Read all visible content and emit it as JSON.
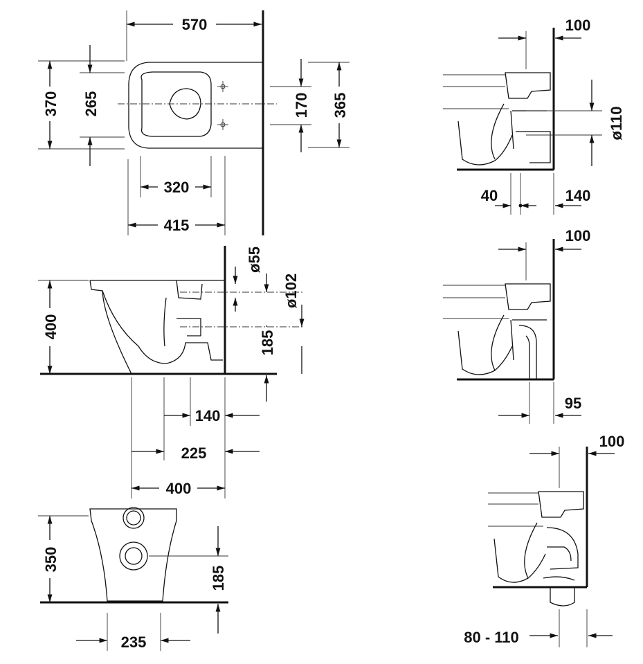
{
  "top_view": {
    "width_570": "570",
    "depth_370": "370",
    "depth_265": "265",
    "bolt_170": "170",
    "depth_365": "365",
    "bolt_320": "320",
    "length_415": "415"
  },
  "side_view": {
    "height_400": "400",
    "dia_55": "ø55",
    "dia_102": "ø102",
    "outlet_185": "185",
    "offset_140": "140",
    "offset_225": "225",
    "length_400": "400"
  },
  "front_view": {
    "height_350": "350",
    "outlet_185": "185",
    "width_235": "235"
  },
  "variant_a": {
    "wall_100": "100",
    "dia_110": "ø110",
    "offset_40": "40",
    "offset_140": "140"
  },
  "variant_b": {
    "wall_100": "100",
    "offset_95": "95"
  },
  "variant_c": {
    "wall_100": "100",
    "range": "80 - 110"
  }
}
